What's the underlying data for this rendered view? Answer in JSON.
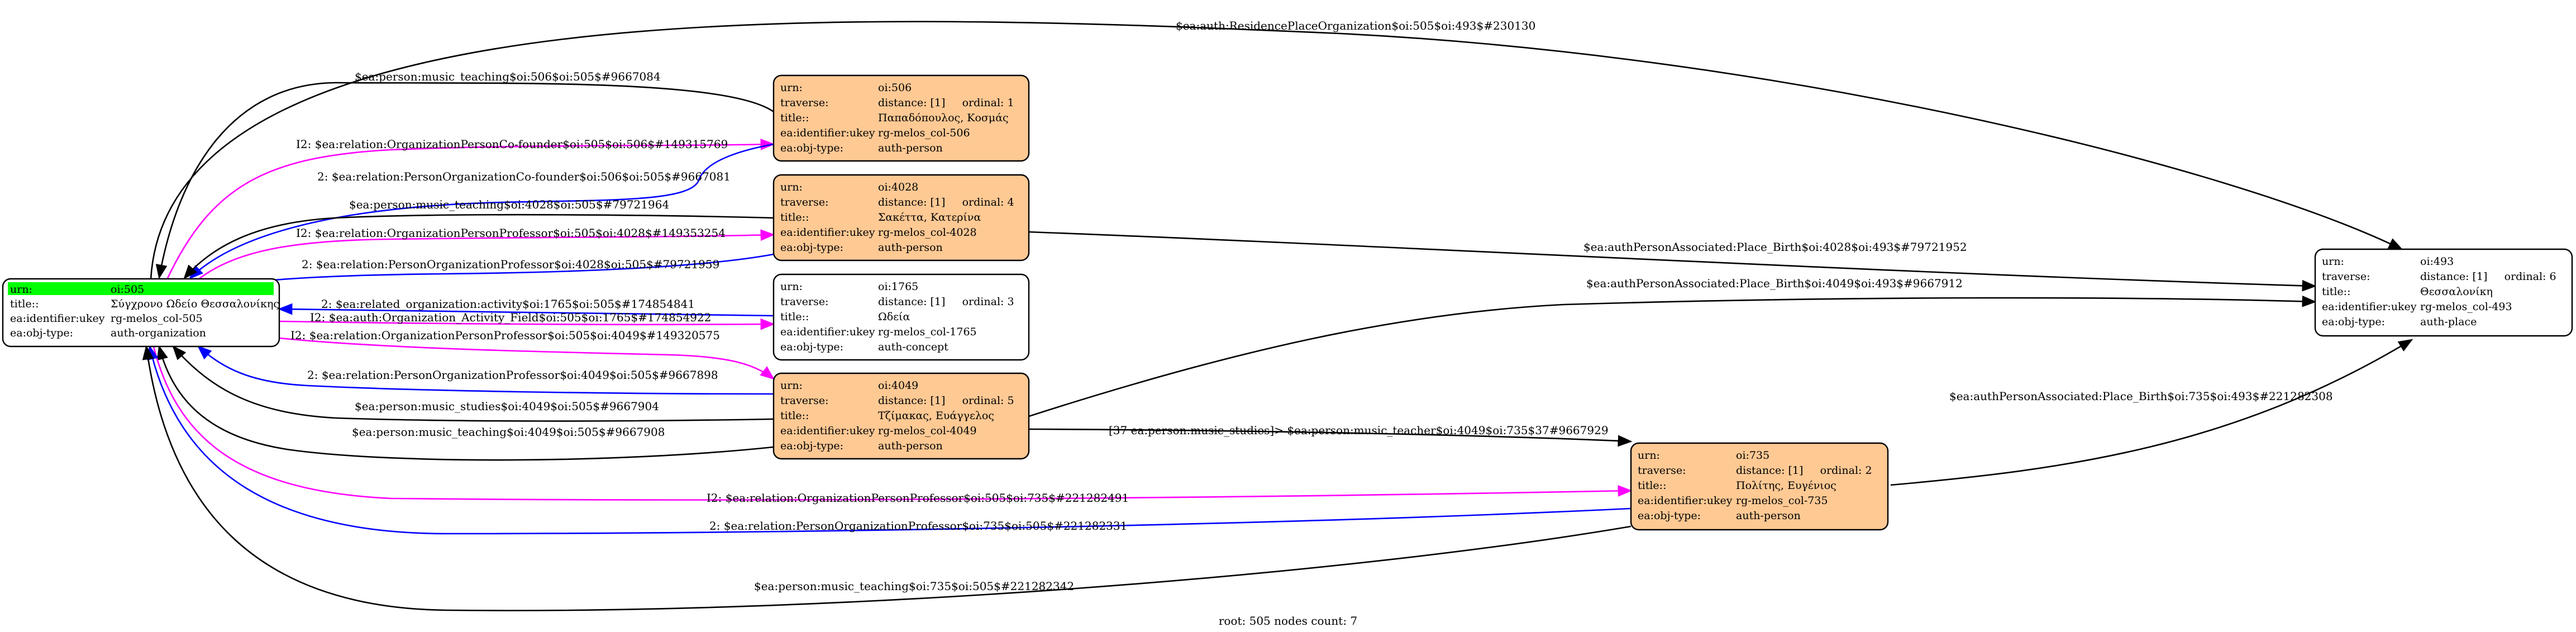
{
  "colors": {
    "root_node_fill": "#ffffff",
    "root_highlight": "#00ff00",
    "person_node_fill": "#ffc994",
    "concept_node_fill": "#ffffff",
    "place_node_fill": "#ffffff",
    "edge_black": "#000000",
    "edge_blue": "#0000ff",
    "edge_magenta": "#ff00ff"
  },
  "nodes": {
    "n505": {
      "urn_key": "urn:",
      "urn": "oi:505",
      "title_key": "title::",
      "title": "Σύγχρονο Ωδείο Θεσσαλονίκης",
      "ukey_key": "ea:identifier:ukey",
      "ukey": "rg-melos_col-505",
      "type_key": "ea:obj-type:",
      "type": "auth-organization"
    },
    "n506": {
      "urn_key": "urn:",
      "urn": "oi:506",
      "traverse_key": "traverse:",
      "traverse": "distance: [1]     ordinal: 1",
      "title_key": "title::",
      "title": "Παπαδόπουλος, Κοσμάς",
      "ukey_key": "ea:identifier:ukey",
      "ukey": "rg-melos_col-506",
      "type_key": "ea:obj-type:",
      "type": "auth-person"
    },
    "n4028": {
      "urn_key": "urn:",
      "urn": "oi:4028",
      "traverse_key": "traverse:",
      "traverse": "distance: [1]     ordinal: 4",
      "title_key": "title::",
      "title": "Σακέττα, Κατερίνα",
      "ukey_key": "ea:identifier:ukey",
      "ukey": "rg-melos_col-4028",
      "type_key": "ea:obj-type:",
      "type": "auth-person"
    },
    "n1765": {
      "urn_key": "urn:",
      "urn": "oi:1765",
      "traverse_key": "traverse:",
      "traverse": "distance: [1]     ordinal: 3",
      "title_key": "title::",
      "title": "Ωδεία",
      "ukey_key": "ea:identifier:ukey",
      "ukey": "rg-melos_col-1765",
      "type_key": "ea:obj-type:",
      "type": "auth-concept"
    },
    "n4049": {
      "urn_key": "urn:",
      "urn": "oi:4049",
      "traverse_key": "traverse:",
      "traverse": "distance: [1]     ordinal: 5",
      "title_key": "title::",
      "title": "Τζίμακας, Ευάγγελος",
      "ukey_key": "ea:identifier:ukey",
      "ukey": "rg-melos_col-4049",
      "type_key": "ea:obj-type:",
      "type": "auth-person"
    },
    "n735": {
      "urn_key": "urn:",
      "urn": "oi:735",
      "traverse_key": "traverse:",
      "traverse": "distance: [1]     ordinal: 2",
      "title_key": "title::",
      "title": "Πολίτης, Ευγένιος",
      "ukey_key": "ea:identifier:ukey",
      "ukey": "rg-melos_col-735",
      "type_key": "ea:obj-type:",
      "type": "auth-person"
    },
    "n493": {
      "urn_key": "urn:",
      "urn": "oi:493",
      "traverse_key": "traverse:",
      "traverse": "distance: [1]     ordinal: 6",
      "title_key": "title::",
      "title": "Θεσσαλονίκη",
      "ukey_key": "ea:identifier:ukey",
      "ukey": "rg-melos_col-493",
      "type_key": "ea:obj-type:",
      "type": "auth-place"
    }
  },
  "edges": {
    "e1": "$ea:auth:ResidencePlaceOrganization$oi:505$oi:493$#230130",
    "e2": "$ea:person:music_teaching$oi:506$oi:505$#9667084",
    "e3": "I2: $ea:relation:OrganizationPersonCo-founder$oi:505$oi:506$#149315769",
    "e4": "2: $ea:relation:PersonOrganizationCo-founder$oi:506$oi:505$#9667081",
    "e5": "$ea:person:music_teaching$oi:4028$oi:505$#79721964",
    "e6": "I2: $ea:relation:OrganizationPersonProfessor$oi:505$oi:4028$#149353254",
    "e7": "2: $ea:relation:PersonOrganizationProfessor$oi:4028$oi:505$#79721959",
    "e8": "2: $ea:related_organization:activity$oi:1765$oi:505$#174854841",
    "e9": "I2: $ea:auth:Organization_Activity_Field$oi:505$oi:1765$#174854922",
    "e10": "I2: $ea:relation:OrganizationPersonProfessor$oi:505$oi:4049$#149320575",
    "e11": "2: $ea:relation:PersonOrganizationProfessor$oi:4049$oi:505$#9667898",
    "e12": "$ea:person:music_studies$oi:4049$oi:505$#9667904",
    "e13": "$ea:person:music_teaching$oi:4049$oi:505$#9667908",
    "e14": "$ea:authPersonAssociated:Place_Birth$oi:4028$oi:493$#79721952",
    "e15": "$ea:authPersonAssociated:Place_Birth$oi:4049$oi:493$#9667912",
    "e16": "[37 ea:person:music_studies]> $ea:person:music_teacher$oi:4049$oi:735$37#9667929",
    "e17": "$ea:authPersonAssociated:Place_Birth$oi:735$oi:493$#221282308",
    "e18": "I2: $ea:relation:OrganizationPersonProfessor$oi:505$oi:735$#221282491",
    "e19": "2: $ea:relation:PersonOrganizationProfessor$oi:735$oi:505$#221282331",
    "e20": "$ea:person:music_teaching$oi:735$oi:505$#221282342"
  },
  "footer": "root: 505 nodes count: 7"
}
